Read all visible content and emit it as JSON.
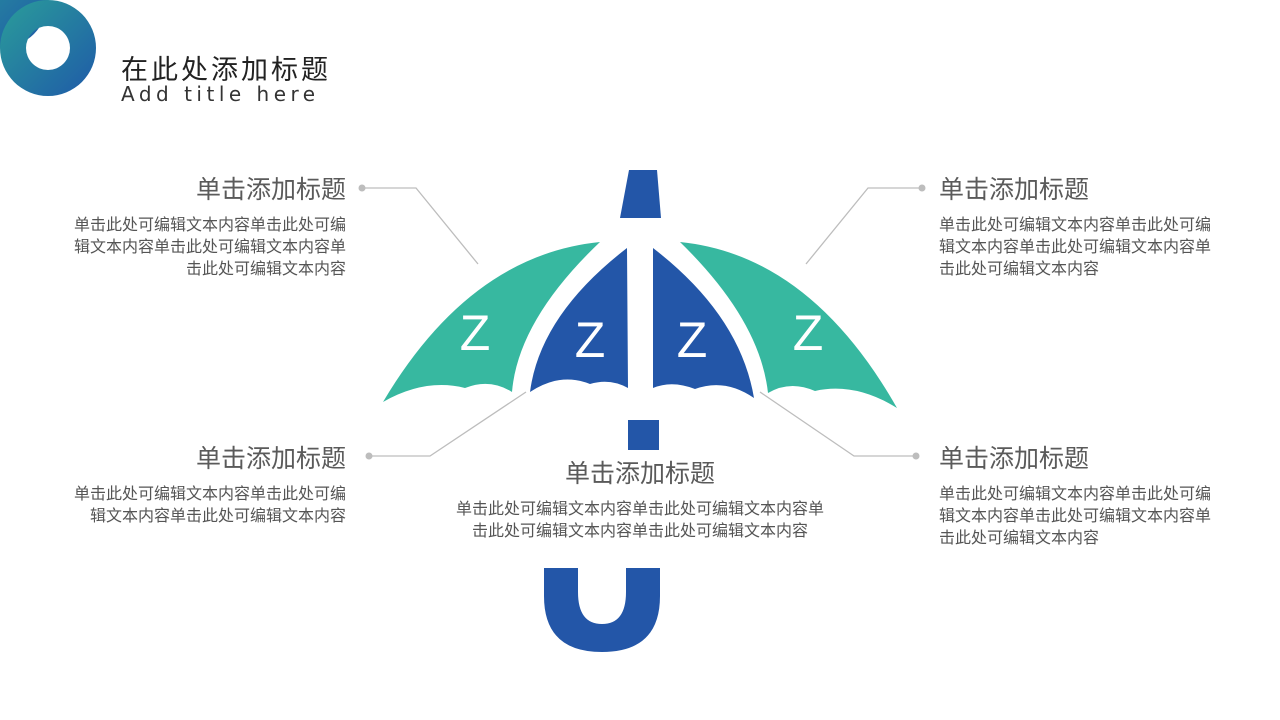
{
  "header": {
    "title": "在此处添加标题",
    "subtitle": "Add title here"
  },
  "diagram": {
    "icon": "umbrella-icon",
    "panel_letter": "Z",
    "colors": {
      "teal": "#37b8a0",
      "blue": "#2356a8",
      "connector": "#bdbdbd",
      "ring_start": "#2a9d9a",
      "ring_end": "#1f5aa8"
    }
  },
  "blocks": [
    {
      "id": "top-left",
      "title": "单击添加标题",
      "body": "单击此处可编辑文本内容单击此处可编辑文本内容单击此处可编辑文本内容单击此处可编辑文本内容"
    },
    {
      "id": "top-right",
      "title": "单击添加标题",
      "body": "单击此处可编辑文本内容单击此处可编辑文本内容单击此处可编辑文本内容单击此处可编辑文本内容"
    },
    {
      "id": "bottom-left",
      "title": "单击添加标题",
      "body": "单击此处可编辑文本内容单击此处可编辑文本内容单击此处可编辑文本内容"
    },
    {
      "id": "bottom-center",
      "title": "单击添加标题",
      "body": "单击此处可编辑文本内容单击此处可编辑文本内容单击此处可编辑文本内容单击此处可编辑文本内容"
    },
    {
      "id": "bottom-right",
      "title": "单击添加标题",
      "body": "单击此处可编辑文本内容单击此处可编辑文本内容单击此处可编辑文本内容单击此处可编辑文本内容"
    }
  ]
}
